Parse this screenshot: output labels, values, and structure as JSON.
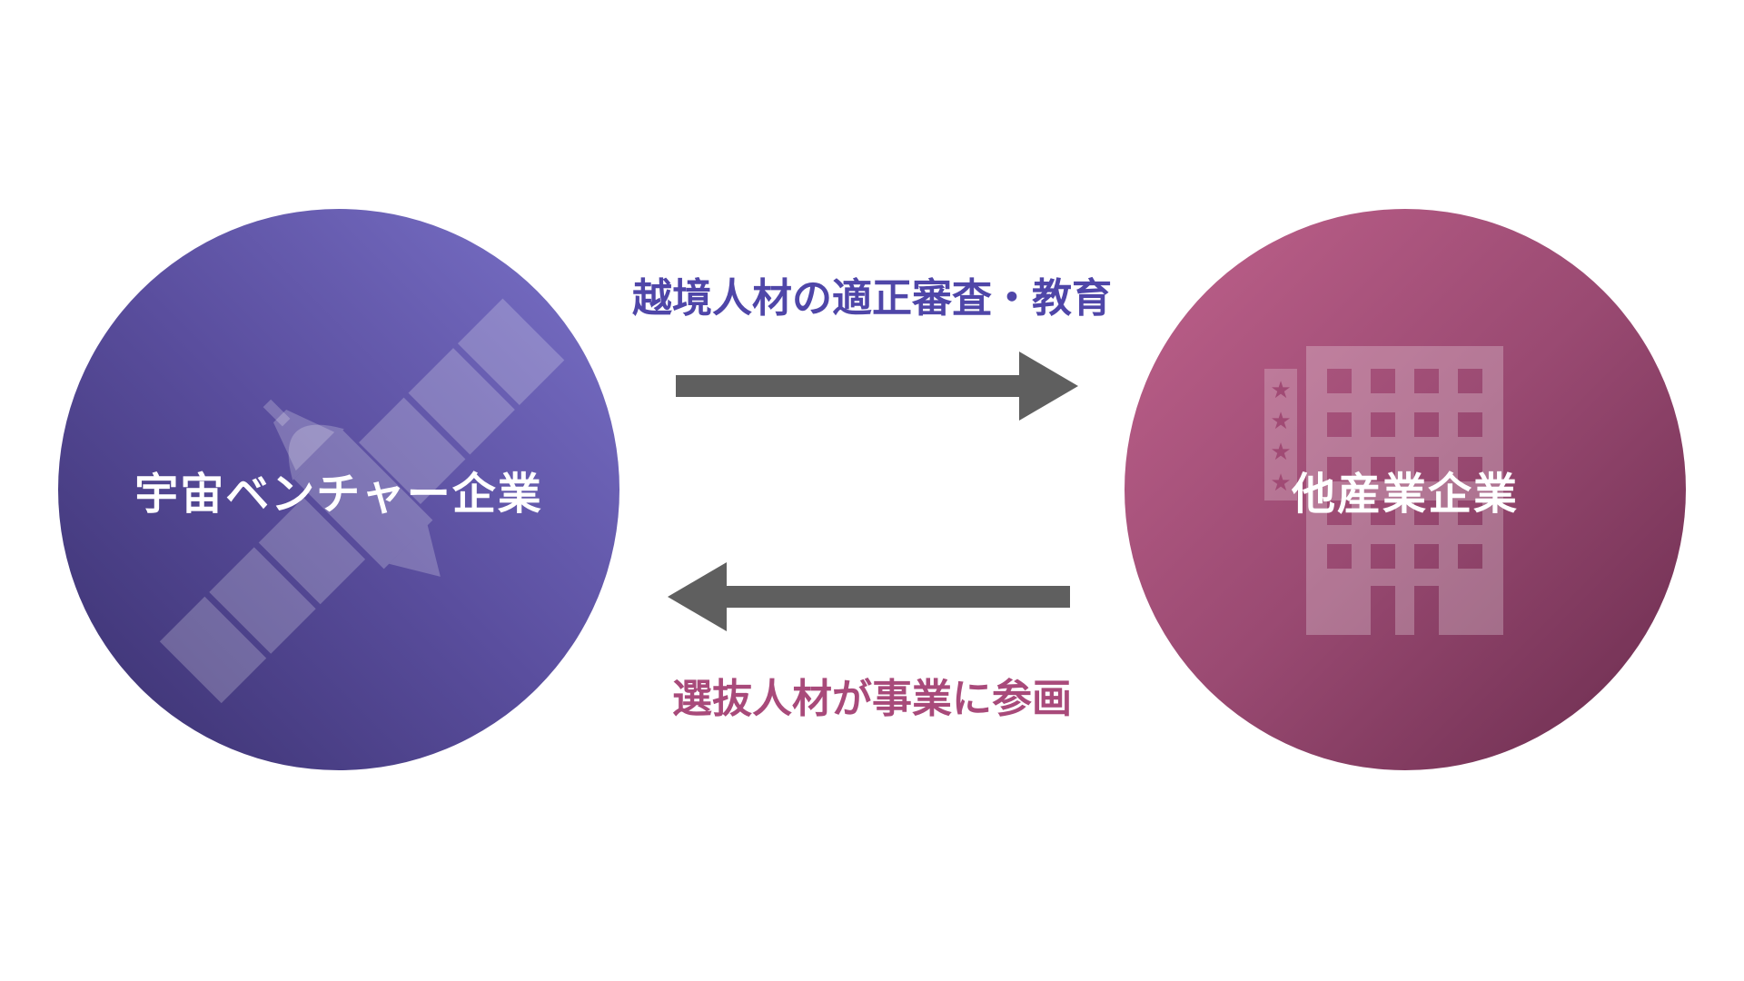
{
  "left_entity": {
    "label": "宇宙ベンチャー企業",
    "icon": "satellite-icon"
  },
  "right_entity": {
    "label": "他産業企業",
    "icon": "building-icon"
  },
  "top_flow": {
    "label": "越境人材の適正審査・教育",
    "direction": "left-to-right"
  },
  "bottom_flow": {
    "label": "選抜人材が事業に参画",
    "direction": "right-to-left"
  },
  "colors": {
    "left": "#5a4e9e",
    "right": "#9a4a72",
    "top_text": "#4f46a8",
    "bottom_text": "#a84a7a",
    "arrow": "#5f5f5f"
  }
}
